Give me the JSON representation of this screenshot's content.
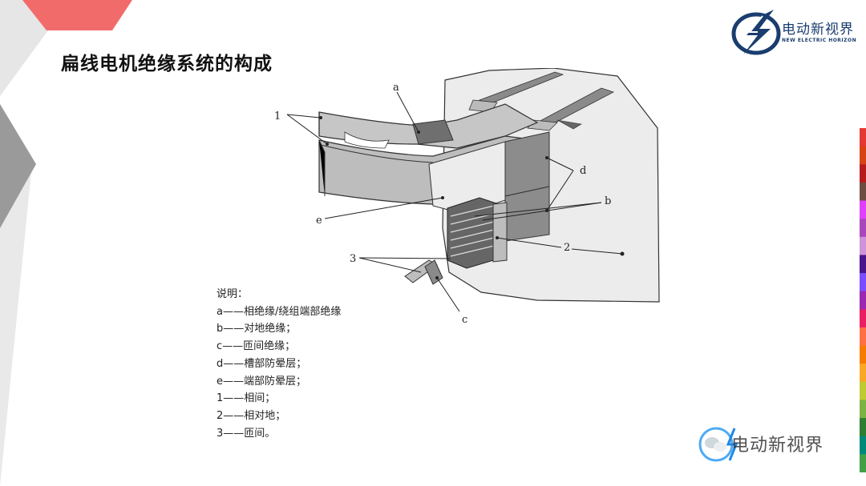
{
  "slide": {
    "title": "扁线电机绝缘系统的构成"
  },
  "logo": {
    "name_cn": "电动新视界",
    "name_en": "NEW ELECTRIC HORIZON"
  },
  "diagram": {
    "labels": {
      "a": "a",
      "b": "b",
      "c": "c",
      "d": "d",
      "e": "e",
      "one": "1",
      "two": "2",
      "three": "3"
    }
  },
  "legend": {
    "heading": "说明：",
    "items": [
      "a——相绝缘/绕组端部绝缘",
      "b——对地绝缘；",
      "c——匝间绝缘；",
      "d——槽部防晕层；",
      "e——端部防晕层；",
      "1——相间；",
      "2——相对地；",
      "3——匝间。"
    ]
  },
  "watermark": {
    "text": "电动新视界"
  },
  "colors": {
    "accent_red": "#f26b6b",
    "logo_blue": "#1a3d6e",
    "strip": [
      "#e53935",
      "#d84315",
      "#b71c1c",
      "#6d4c41",
      "#e040fb",
      "#ab47bc",
      "#ce93d8",
      "#4a148c",
      "#7c4dff",
      "#9c27b0",
      "#e91e63",
      "#ff7043",
      "#f57c00",
      "#f9a825",
      "#c0ca33",
      "#7cb342",
      "#2e7d32",
      "#00897b",
      "#43a047"
    ]
  }
}
